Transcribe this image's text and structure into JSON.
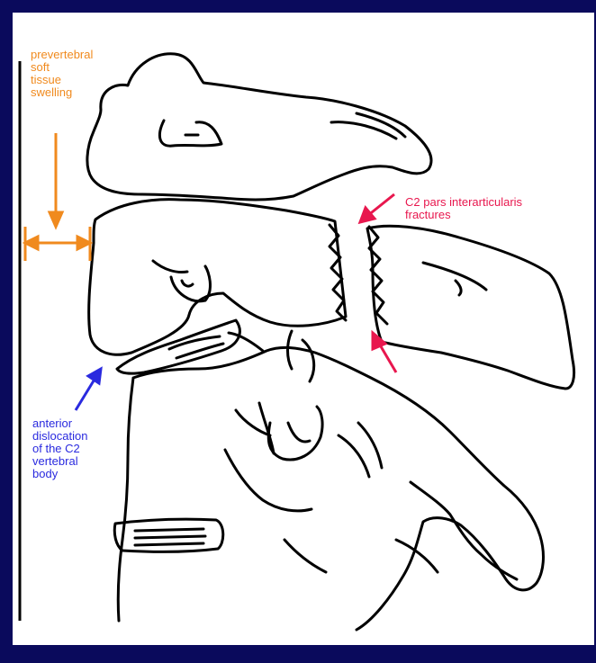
{
  "labels": {
    "swelling": [
      "prevertebral",
      "soft",
      "tissue",
      "swelling"
    ],
    "fracture": [
      "C2 pars interarticularis",
      "fractures"
    ],
    "dislocation": [
      "anterior",
      "dislocation",
      "of the C2",
      "vertebral",
      "body"
    ]
  },
  "colors": {
    "background": "#0a0a5c",
    "panel": "#ffffff",
    "swelling": "#f08a1e",
    "fracture": "#e8174e",
    "dislocation": "#2a2adf",
    "outline": "#000000"
  }
}
